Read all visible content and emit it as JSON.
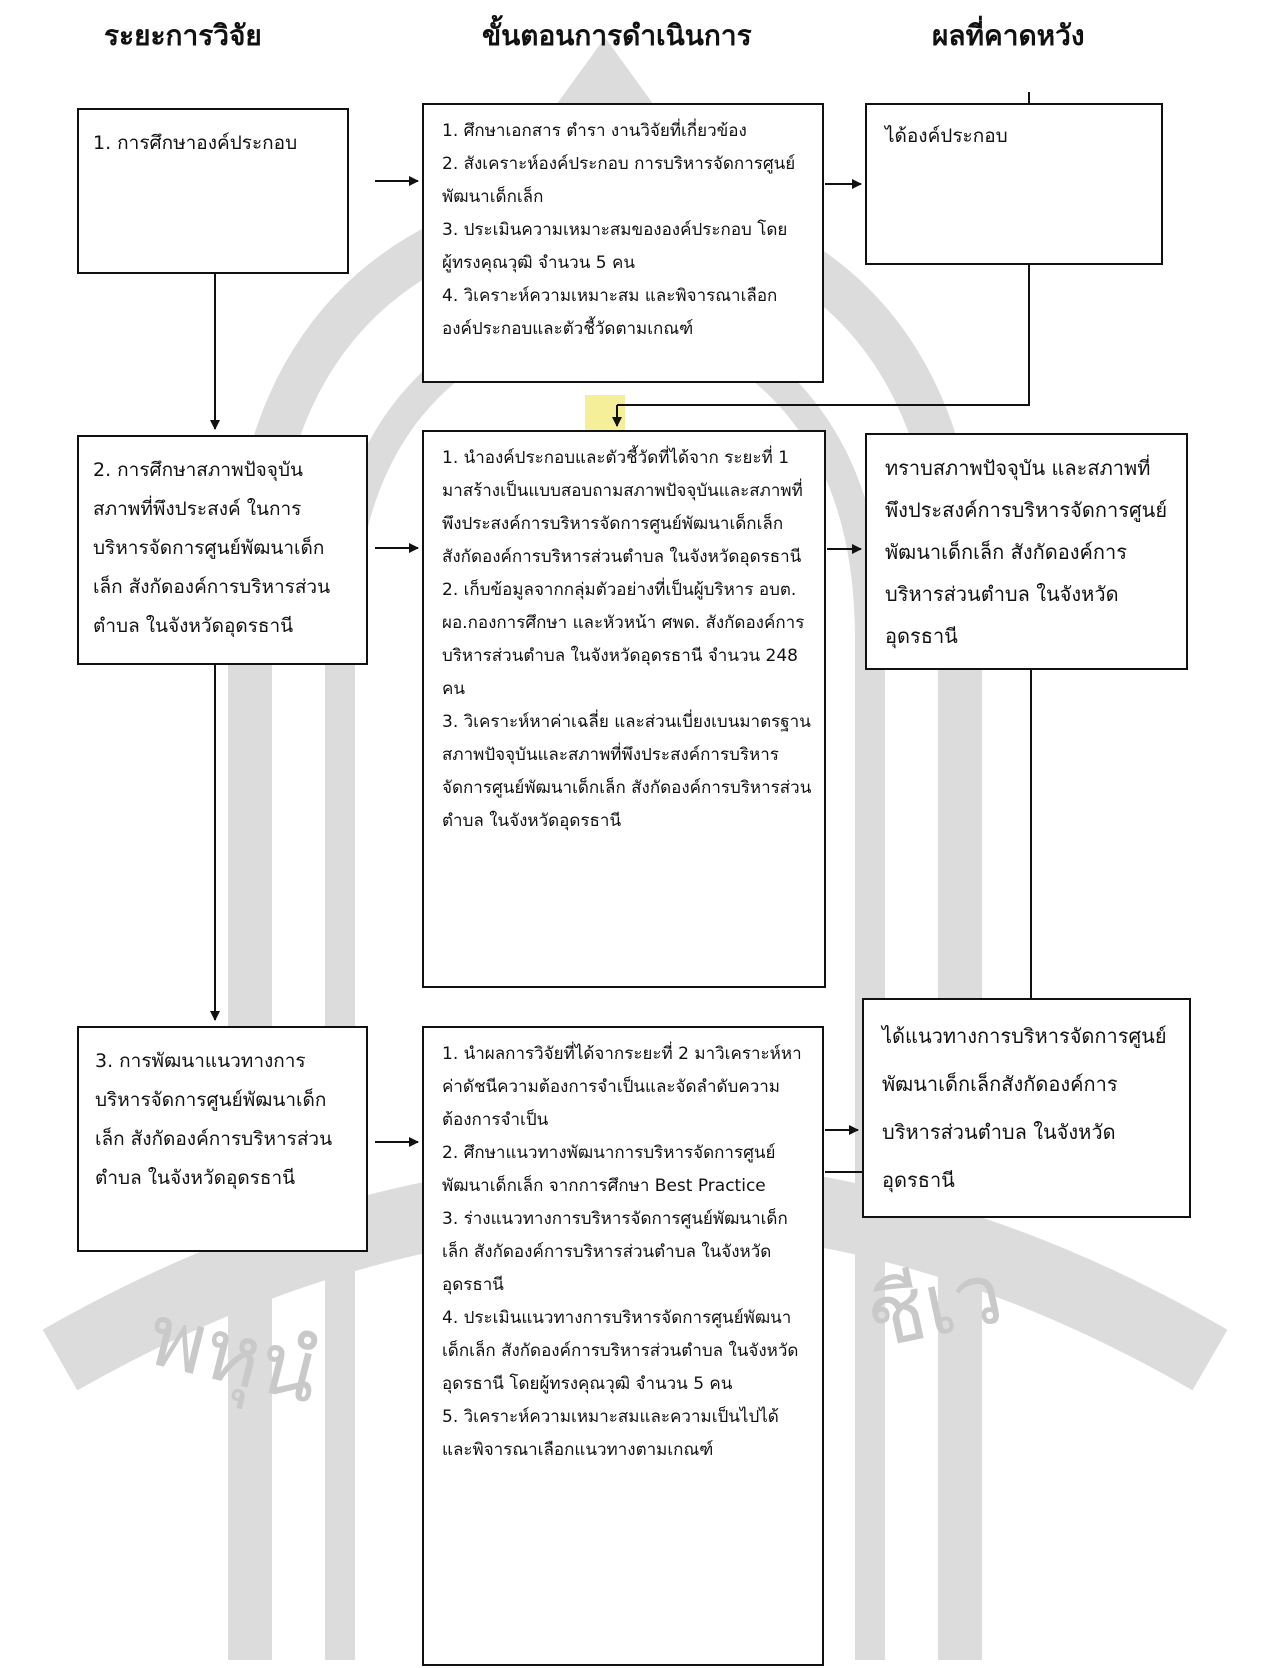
{
  "headers": {
    "stage": "ระยะการวิจัย",
    "process": "ขั้นตอนการดำเนินการ",
    "result": "ผลที่คาดหวัง"
  },
  "stages": [
    {
      "text": "1. การศึกษาองค์ประกอบ"
    },
    {
      "text": "2. การศึกษาสภาพปัจจุบัน สภาพที่พึงประสงค์ ในการบริหารจัดการศูนย์พัฒนาเด็กเล็ก สังกัดองค์การบริหารส่วนตำบล ในจังหวัดอุดรธานี"
    },
    {
      "text": "3. การพัฒนาแนวทางการบริหารจัดการศูนย์พัฒนาเด็กเล็ก สังกัดองค์การบริหารส่วนตำบล ในจังหวัดอุดรธานี"
    }
  ],
  "processes": [
    {
      "steps": [
        "1. ศึกษาเอกสาร ตำรา งานวิจัยที่เกี่ยวข้อง",
        "2. สังเคราะห์องค์ประกอบ การบริหารจัดการศูนย์พัฒนาเด็กเล็ก",
        "3. ประเมินความเหมาะสมขององค์ประกอบ โดยผู้ทรงคุณวุฒิ จำนวน 5 คน",
        "4. วิเคราะห์ความเหมาะสม และพิจารณาเลือก องค์ประกอบและตัวชี้วัดตามเกณฑ์"
      ]
    },
    {
      "steps": [
        "1. นำองค์ประกอบและตัวชี้วัดที่ได้จาก ระยะที่ 1 มาสร้างเป็นแบบสอบถามสภาพปัจจุบันและสภาพที่พึงประสงค์การบริหารจัดการศูนย์พัฒนาเด็กเล็ก สังกัดองค์การบริหารส่วนตำบล ในจังหวัดอุดรธานี",
        "2. เก็บข้อมูลจากกลุ่มตัวอย่างที่เป็นผู้บริหาร อบต. ผอ.กองการศึกษา และหัวหน้า ศพด. สังกัดองค์การบริหารส่วนตำบล ในจังหวัดอุดรธานี จำนวน 248 คน",
        "3. วิเคราะห์หาค่าเฉลี่ย และส่วนเบี่ยงเบนมาตรฐานสภาพปัจจุบันและสภาพที่พึงประสงค์การบริหารจัดการศูนย์พัฒนาเด็กเล็ก สังกัดองค์การบริหารส่วนตำบล ในจังหวัดอุดรธานี"
      ]
    },
    {
      "steps": [
        "1. นำผลการวิจัยที่ได้จากระยะที่ 2 มาวิเคราะห์หาค่าดัชนีความต้องการจำเป็นและจัดลำดับความต้องการจำเป็น",
        "2. ศึกษาแนวทางพัฒนาการบริหารจัดการศูนย์พัฒนาเด็กเล็ก จากการศึกษา Best Practice",
        "3. ร่างแนวทางการบริหารจัดการศูนย์พัฒนาเด็กเล็ก สังกัดองค์การบริหารส่วนตำบล ในจังหวัดอุดรธานี",
        "4. ประเมินแนวทางการบริหารจัดการศูนย์พัฒนาเด็กเล็ก สังกัดองค์การบริหารส่วนตำบล ในจังหวัดอุดรธานี โดยผู้ทรงคุณวุฒิ จำนวน 5 คน",
        "5. วิเคราะห์ความเหมาะสมและความเป็นไปได้ และพิจารณาเลือกแนวทางตามเกณฑ์"
      ]
    }
  ],
  "results": [
    {
      "text": "ได้องค์ประกอบ"
    },
    {
      "text": "ทราบสภาพปัจจุบัน และสภาพที่พึงประสงค์การบริหารจัดการศูนย์พัฒนาเด็กเล็ก สังกัดองค์การบริหารส่วนตำบล ในจังหวัดอุดรธานี"
    },
    {
      "text": "ได้แนวทางการบริหารจัดการศูนย์พัฒนาเด็กเล็กสังกัดองค์การบริหารส่วนตำบล ในจังหวัดอุดรธานี"
    }
  ],
  "watermark": {
    "text_left": "พหุนํ",
    "text_right": "ชีเว",
    "arch_color": "#d8d8d8",
    "accent_color": "#f7f0a8"
  }
}
